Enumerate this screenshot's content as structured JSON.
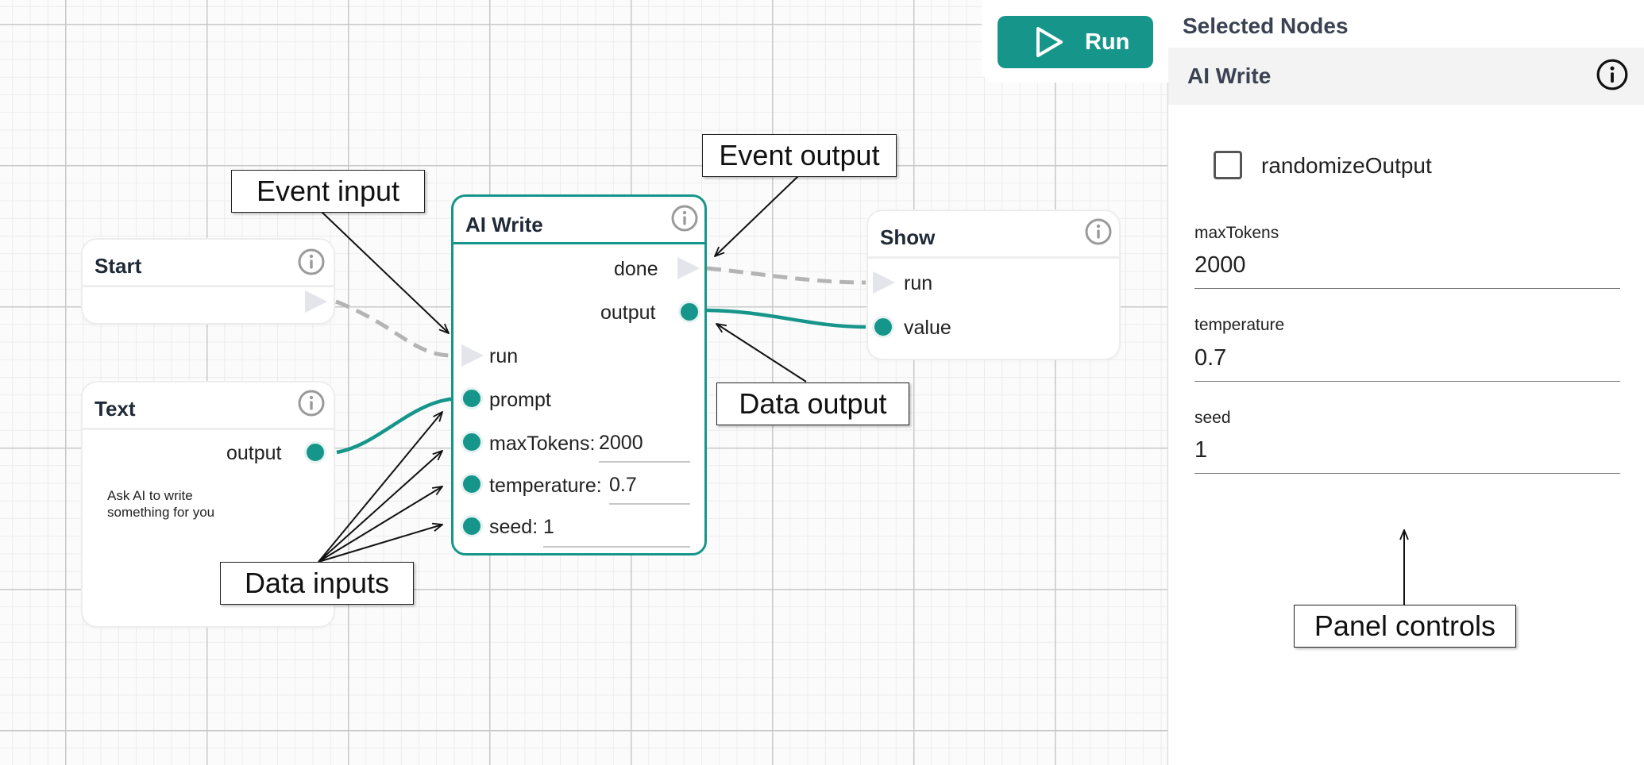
{
  "toolbar": {
    "run_label": "Run"
  },
  "colors": {
    "accent": "#16968a",
    "event_port": "#e3e5ea",
    "event_edge": "#b4b4b4"
  },
  "nodes": {
    "start": {
      "title": "Start"
    },
    "text": {
      "title": "Text",
      "output_label": "output",
      "content": "Ask AI to write something for you"
    },
    "ai_write": {
      "title": "AI Write",
      "outputs": {
        "done": "done",
        "output": "output"
      },
      "inputs": {
        "run": "run",
        "prompt": "prompt"
      },
      "params": {
        "max_tokens": {
          "label": "maxTokens:",
          "value": "2000"
        },
        "temperature": {
          "label": "temperature:",
          "value": "0.7"
        },
        "seed": {
          "label": "seed:",
          "value": "1"
        }
      }
    },
    "show": {
      "title": "Show",
      "inputs": {
        "run": "run",
        "value": "value"
      }
    }
  },
  "callouts": {
    "event_input": "Event input",
    "event_output": "Event output",
    "data_output": "Data output",
    "data_inputs": "Data inputs",
    "panel_controls": "Panel controls"
  },
  "panel": {
    "heading": "Selected Nodes",
    "node_title": "AI Write",
    "checkbox_label": "randomizeOutput",
    "checkbox_checked": false,
    "fields": [
      {
        "label": "maxTokens",
        "value": "2000"
      },
      {
        "label": "temperature",
        "value": "0.7"
      },
      {
        "label": "seed",
        "value": "1"
      }
    ]
  },
  "icons": [
    "play-icon",
    "info-icon",
    "event-port-triangle",
    "data-port-circle",
    "checkbox-icon"
  ]
}
